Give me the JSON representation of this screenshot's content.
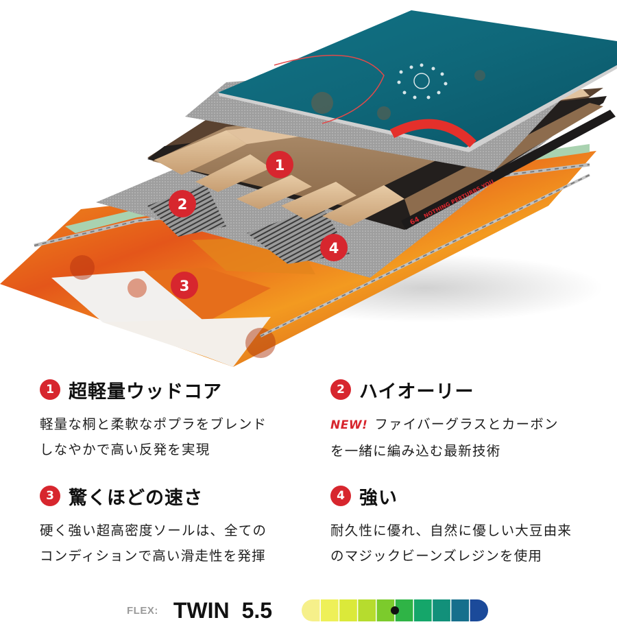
{
  "colors": {
    "accent_red": "#d7262e",
    "topsheet_teal": "#0f6f80",
    "fire_orange": "#e8641a",
    "wood_light": "#d9b894"
  },
  "layer_markers": [
    "1",
    "2",
    "3",
    "4"
  ],
  "topsheet_text": "NOTHING PERTURBS YOU",
  "topsheet_logo": "64",
  "features": [
    {
      "number": "1",
      "title": "超軽量ウッドコア",
      "tag": "",
      "lines": [
        "軽量な桐と柔軟なポプラをブレンド",
        "しなやかで高い反発を実現"
      ]
    },
    {
      "number": "2",
      "title": "ハイオーリー",
      "tag": "NEW!",
      "lines": [
        "ファイバーグラスとカーボン",
        "を一緒に編み込む最新技術"
      ]
    },
    {
      "number": "3",
      "title": "驚くほどの速さ",
      "tag": "",
      "lines": [
        "硬く強い超高密度ソールは、全ての",
        "コンディションで高い滑走性を発揮"
      ]
    },
    {
      "number": "4",
      "title": "強い",
      "tag": "",
      "lines": [
        "耐久性に優れ、自然に優しい大豆由来",
        "のマジックビーンズレジンを使用"
      ]
    }
  ],
  "flex": {
    "label": "FLEX:",
    "model": "TWIN",
    "value": "5.5",
    "scale_min": 1,
    "scale_max": 10,
    "segment_colors": [
      "#f6f08a",
      "#eef058",
      "#dbe93a",
      "#b6dc2e",
      "#7ccb2c",
      "#2fb446",
      "#15a66a",
      "#12907a",
      "#166f8c",
      "#1b4a9a"
    ]
  }
}
